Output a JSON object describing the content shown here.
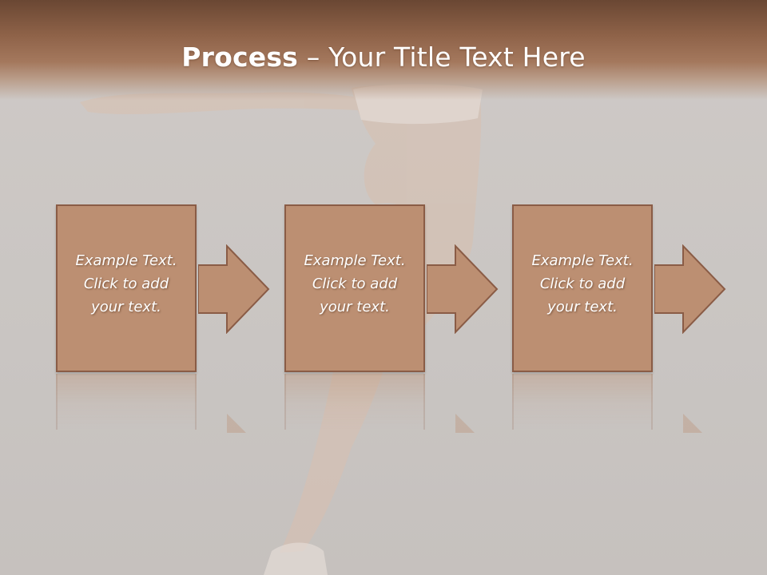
{
  "slide": {
    "title_bold": "Process",
    "title_rest": " – Your Title Text Here",
    "background_image": "silhouette-dancer-image",
    "accent_color": "#bc8f72",
    "border_color": "#8a5c46",
    "title_bar_color": "#8e6248"
  },
  "steps": [
    {
      "text": "Example Text.\nClick  to add\nyour text."
    },
    {
      "text": "Example Text.\nClick  to add\nyour text."
    },
    {
      "text": "Example Text.\nClick  to add\nyour text."
    }
  ]
}
